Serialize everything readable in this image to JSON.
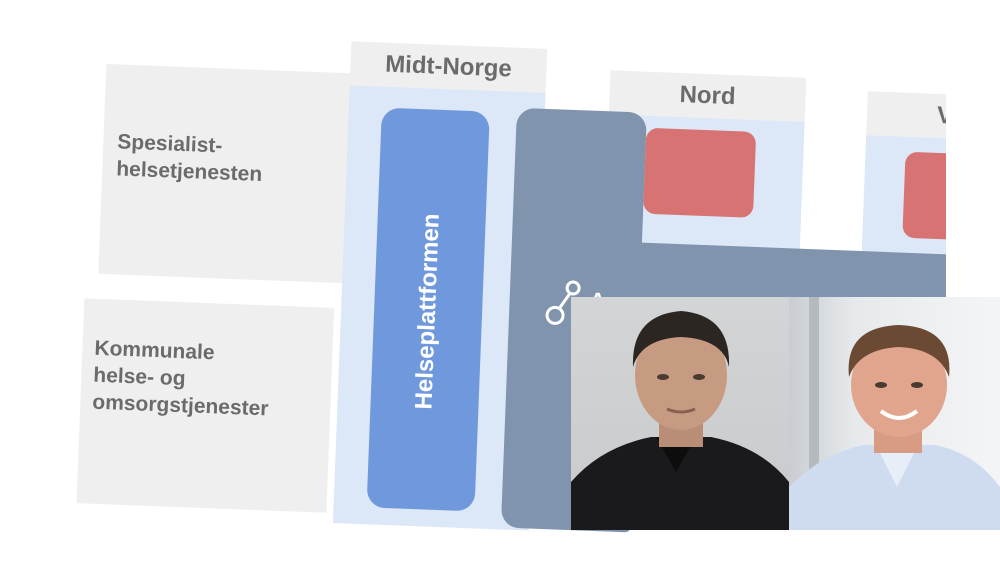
{
  "rows": {
    "specialist": "Spesialist-\nhelsetjenesten",
    "municipal": "Kommunale\nhelse- og\nomsorgstjenester"
  },
  "regions": {
    "midt": "Midt-Norge",
    "nord": "Nord",
    "vest_partial": "V"
  },
  "platform_label": "Helseplattformen",
  "partial_label": "A",
  "colors": {
    "row_bg": "#efefef",
    "region_bg": "#dce8f7",
    "platform_blue": "#6f99dc",
    "block_grey": "#8094ad",
    "red_box": "#d87373",
    "text_grey": "#6b6b6b"
  },
  "icons": [
    "share-node-icon"
  ],
  "photos": [
    "portrait-left",
    "portrait-right"
  ]
}
